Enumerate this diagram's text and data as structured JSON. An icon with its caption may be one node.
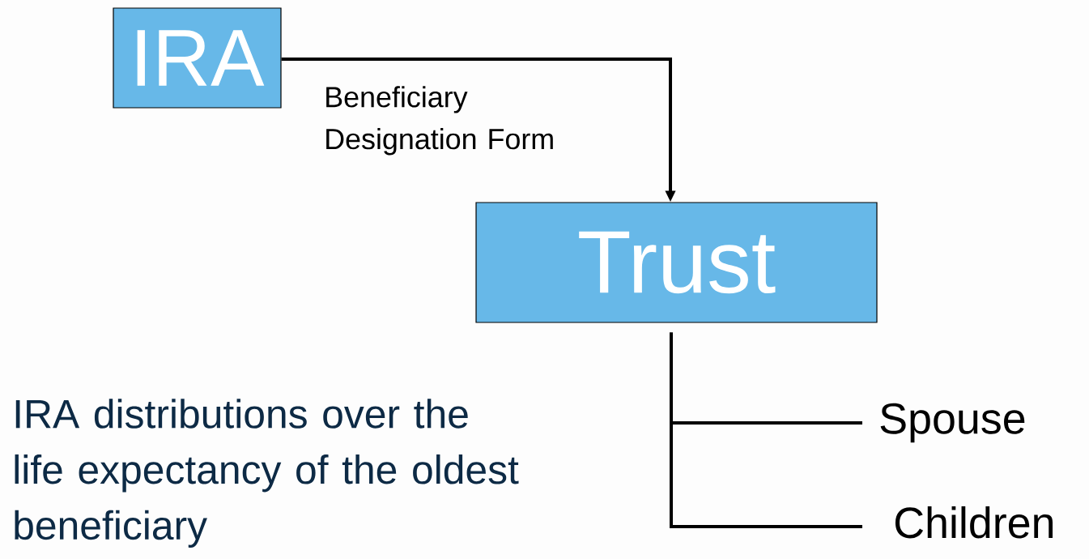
{
  "diagram": {
    "nodes": [
      {
        "text": [
          "IRA"
        ]
      },
      {
        "text": [
          "Trust"
        ]
      },
      {
        "text": [
          "Spouse"
        ]
      },
      {
        "text": [
          "Children"
        ]
      }
    ],
    "edges": [
      {
        "from": 0,
        "to": 1,
        "arrow": "to",
        "label": "Beneficiary Designation Form"
      },
      {
        "from": 1,
        "to": 2,
        "arrow": "none"
      },
      {
        "from": 1,
        "to": 3,
        "arrow": "none"
      }
    ],
    "labels": [
      "IRA distributions over the life expectancy of the oldest beneficiary"
    ]
  }
}
